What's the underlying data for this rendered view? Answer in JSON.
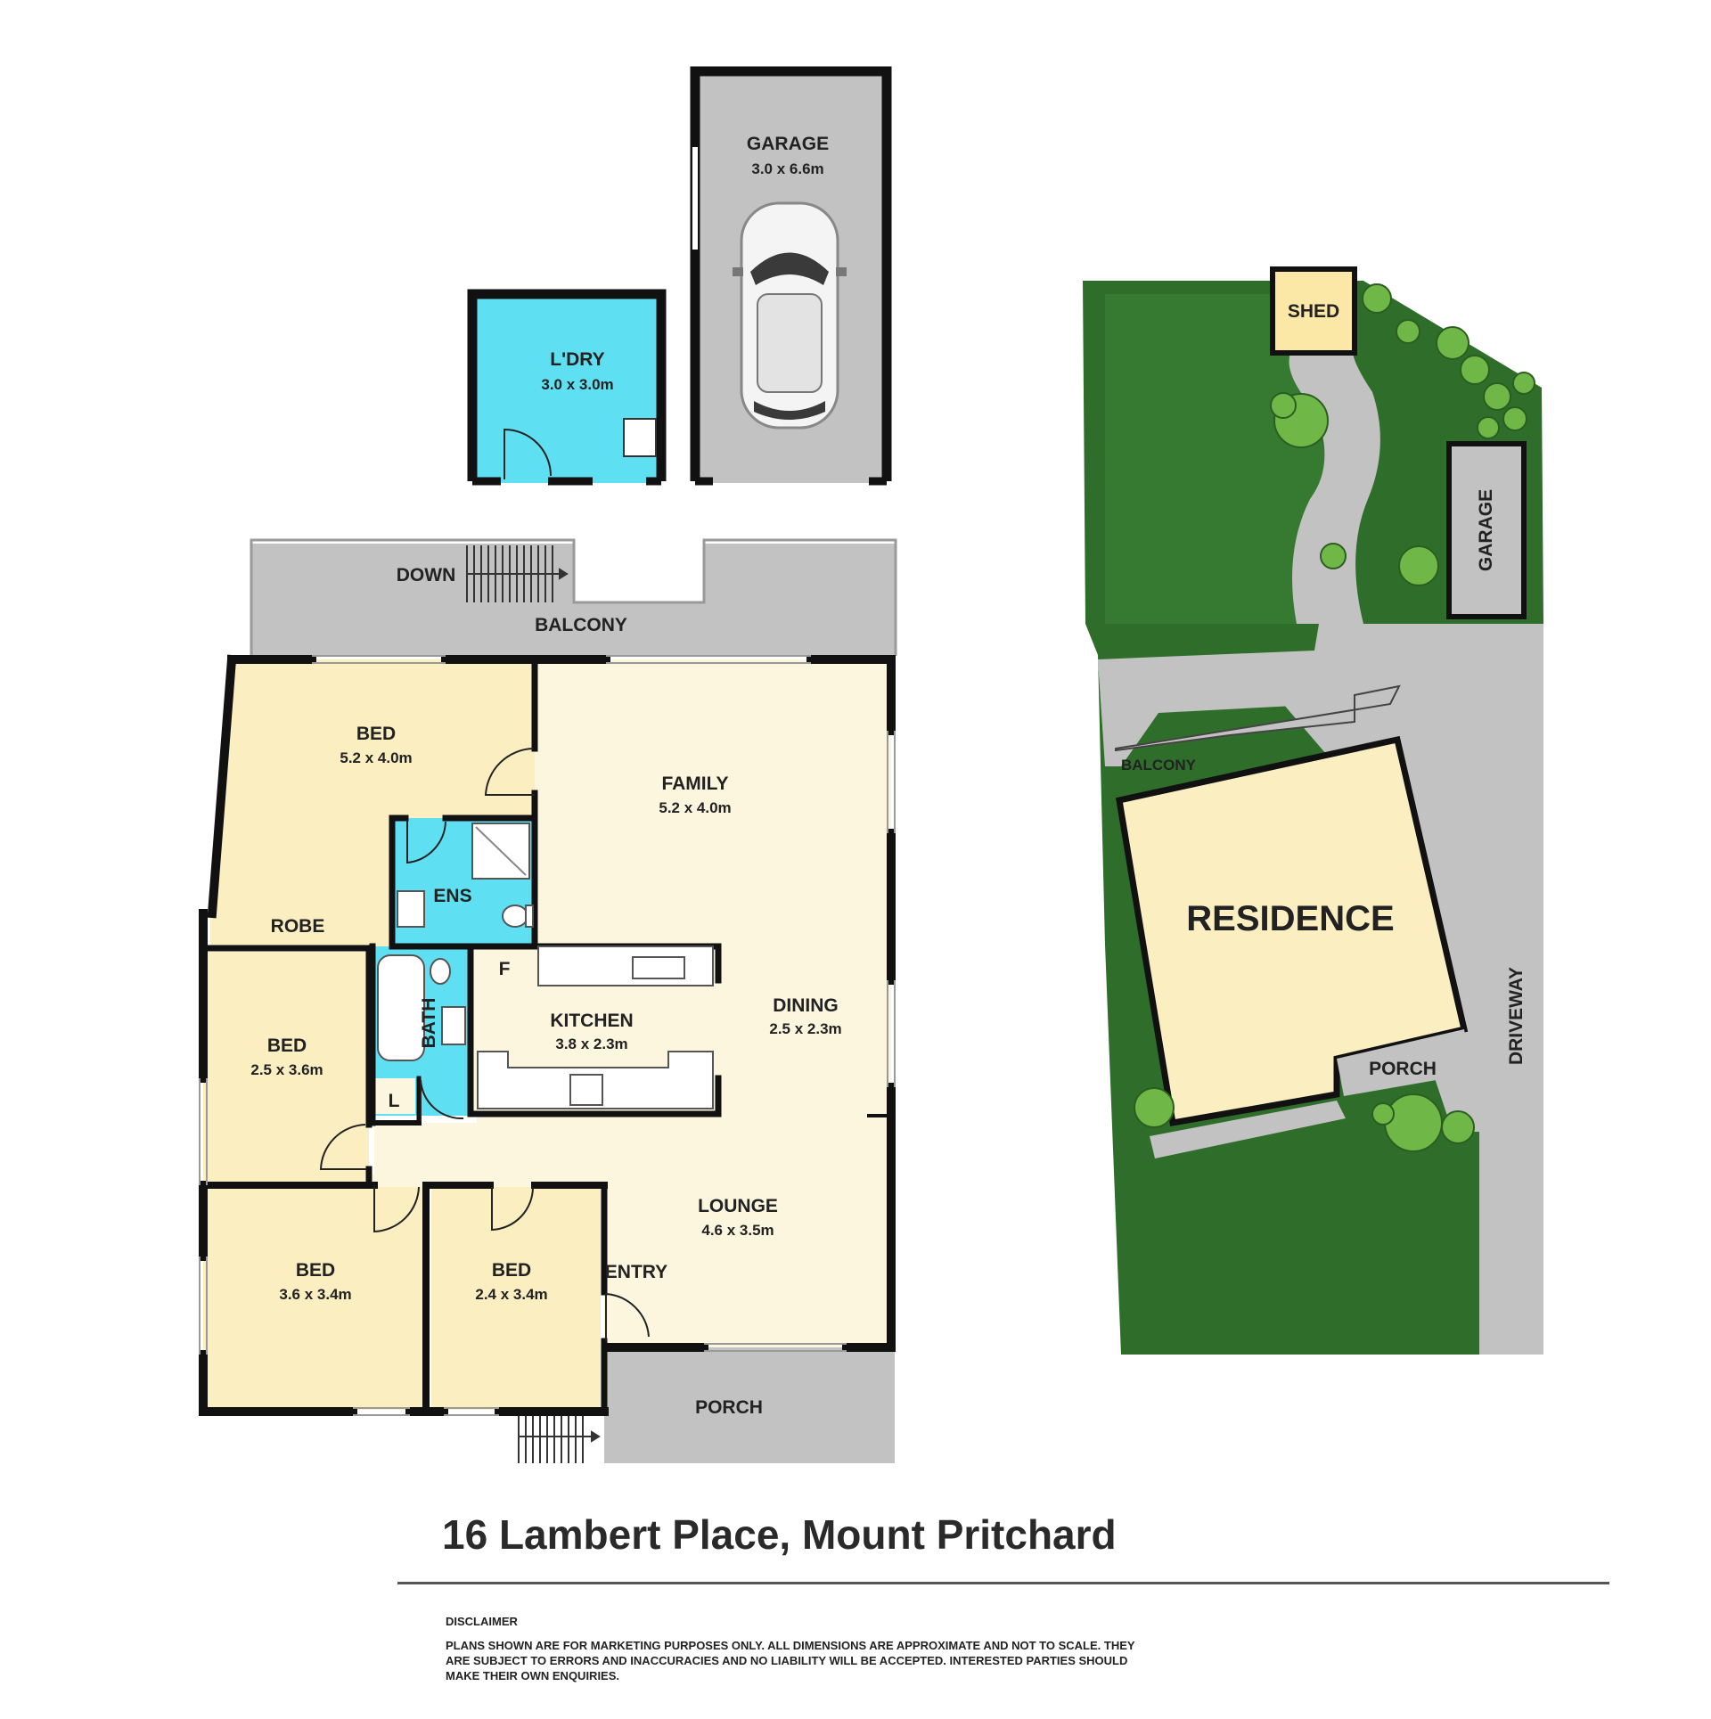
{
  "floor_plan": {
    "rooms": {
      "garage": {
        "name": "GARAGE",
        "dims": "3.0 x 6.6m"
      },
      "laundry": {
        "name": "L'DRY",
        "dims": "3.0 x 3.0m"
      },
      "bed_main": {
        "name": "BED",
        "dims": "5.2 x 4.0m"
      },
      "family": {
        "name": "FAMILY",
        "dims": "5.2 x 4.0m"
      },
      "ensuite": {
        "name": "ENS"
      },
      "robe": {
        "name": "ROBE"
      },
      "bath": {
        "name": "BATH"
      },
      "kitchen": {
        "name": "KITCHEN",
        "dims": "3.8 x 2.3m"
      },
      "dining": {
        "name": "DINING",
        "dims": "2.5 x 2.3m"
      },
      "bed_2": {
        "name": "BED",
        "dims": "2.5 x 3.6m"
      },
      "linen": {
        "name": "L"
      },
      "lounge": {
        "name": "LOUNGE",
        "dims": "4.6 x 3.5m"
      },
      "bed_3": {
        "name": "BED",
        "dims": "3.6 x 3.4m"
      },
      "bed_4": {
        "name": "BED",
        "dims": "2.4 x 3.4m"
      },
      "entry": {
        "name": "ENTRY"
      },
      "porch": {
        "name": "PORCH"
      },
      "balcony": {
        "name": "BALCONY"
      }
    },
    "stairs_label": "DOWN",
    "fridge_label": "F"
  },
  "site_plan": {
    "shed": "SHED",
    "garage": "GARAGE",
    "balcony": "BALCONY",
    "residence": "RESIDENCE",
    "porch": "PORCH",
    "driveway": "DRIVEWAY"
  },
  "footer": {
    "address": "16 Lambert Place, Mount Pritchard",
    "disclaimer_heading": "DISCLAIMER",
    "disclaimer_text": "PLANS SHOWN ARE FOR MARKETING PURPOSES ONLY. ALL DIMENSIONS ARE APPROXIMATE AND NOT TO SCALE. THEY ARE SUBJECT TO ERRORS AND INACCURACIES AND NO LIABILITY WILL BE ACCEPTED. INTERESTED PARTIES SHOULD MAKE THEIR OWN ENQUIRIES."
  },
  "colors": {
    "bedroom_fill": "#fbefc2",
    "living_fill": "#fdf6df",
    "wet_area_fill": "#5fe0f2",
    "outdoor_fill": "#c2c2c2",
    "lawn_fill": "#2f6e2a",
    "shed_fill": "#fbe7a6",
    "wall": "#111111"
  }
}
